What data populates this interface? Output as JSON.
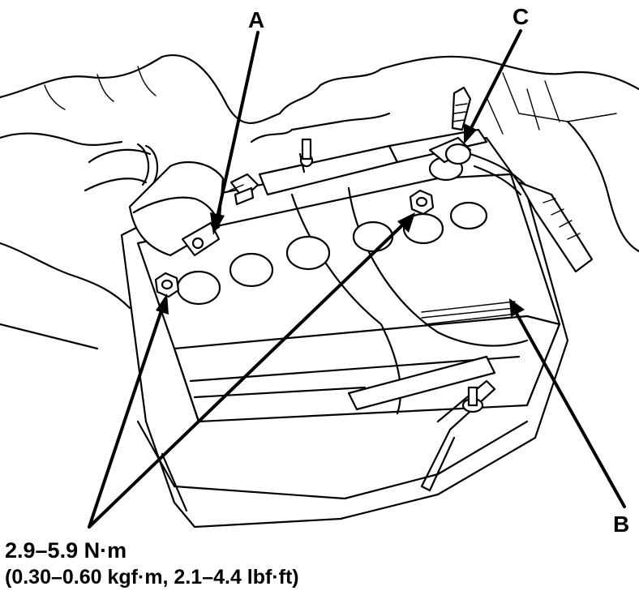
{
  "callouts": {
    "a": "A",
    "b": "B",
    "c": "C"
  },
  "torque": {
    "line1": "2.9–5.9 N·m",
    "line2": "(0.30–0.60 kgf·m, 2.1–4.4 lbf·ft)"
  }
}
